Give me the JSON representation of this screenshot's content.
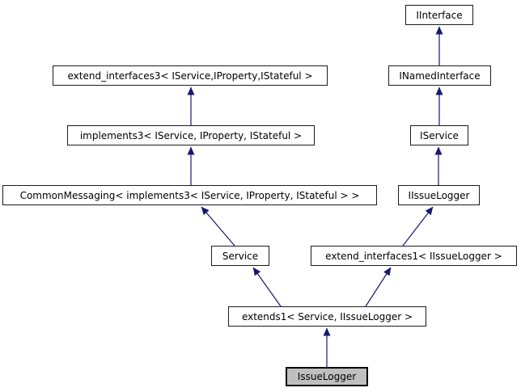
{
  "diagram": {
    "type": "inheritance-graph",
    "colors": {
      "arrow": "#191970",
      "node_border": "#1c1c1c",
      "node_fill": "#ffffff",
      "current_node_fill": "#bfbfbf",
      "background": "#ffffff",
      "text": "#000000"
    },
    "nodes": [
      {
        "id": "iinterface",
        "label": "IInterface"
      },
      {
        "id": "extend-interfaces3",
        "label": "extend_interfaces3< IService,IProperty,IStateful >"
      },
      {
        "id": "inamedinterface",
        "label": "INamedInterface"
      },
      {
        "id": "implements3",
        "label": "implements3< IService, IProperty, IStateful >"
      },
      {
        "id": "iservice",
        "label": "IService"
      },
      {
        "id": "commonmessaging",
        "label": "CommonMessaging< implements3< IService, IProperty, IStateful > >"
      },
      {
        "id": "iissuelogger",
        "label": "IIssueLogger"
      },
      {
        "id": "service",
        "label": "Service"
      },
      {
        "id": "extend-interfaces1",
        "label": "extend_interfaces1< IIssueLogger >"
      },
      {
        "id": "extends1",
        "label": "extends1< Service, IIssueLogger >"
      },
      {
        "id": "issuelogger",
        "label": "IssueLogger",
        "current": true
      }
    ],
    "edges": [
      {
        "from": "IssueLogger",
        "to": "extends1< Service, IIssueLogger >"
      },
      {
        "from": "extends1< Service, IIssueLogger >",
        "to": "Service"
      },
      {
        "from": "extends1< Service, IIssueLogger >",
        "to": "extend_interfaces1< IIssueLogger >"
      },
      {
        "from": "Service",
        "to": "CommonMessaging< implements3< IService, IProperty, IStateful > >"
      },
      {
        "from": "CommonMessaging< implements3< IService, IProperty, IStateful > >",
        "to": "implements3< IService, IProperty, IStateful >"
      },
      {
        "from": "implements3< IService, IProperty, IStateful >",
        "to": "extend_interfaces3< IService,IProperty,IStateful >"
      },
      {
        "from": "extend_interfaces1< IIssueLogger >",
        "to": "IIssueLogger"
      },
      {
        "from": "IIssueLogger",
        "to": "IService"
      },
      {
        "from": "IService",
        "to": "INamedInterface"
      },
      {
        "from": "INamedInterface",
        "to": "IInterface"
      }
    ]
  }
}
